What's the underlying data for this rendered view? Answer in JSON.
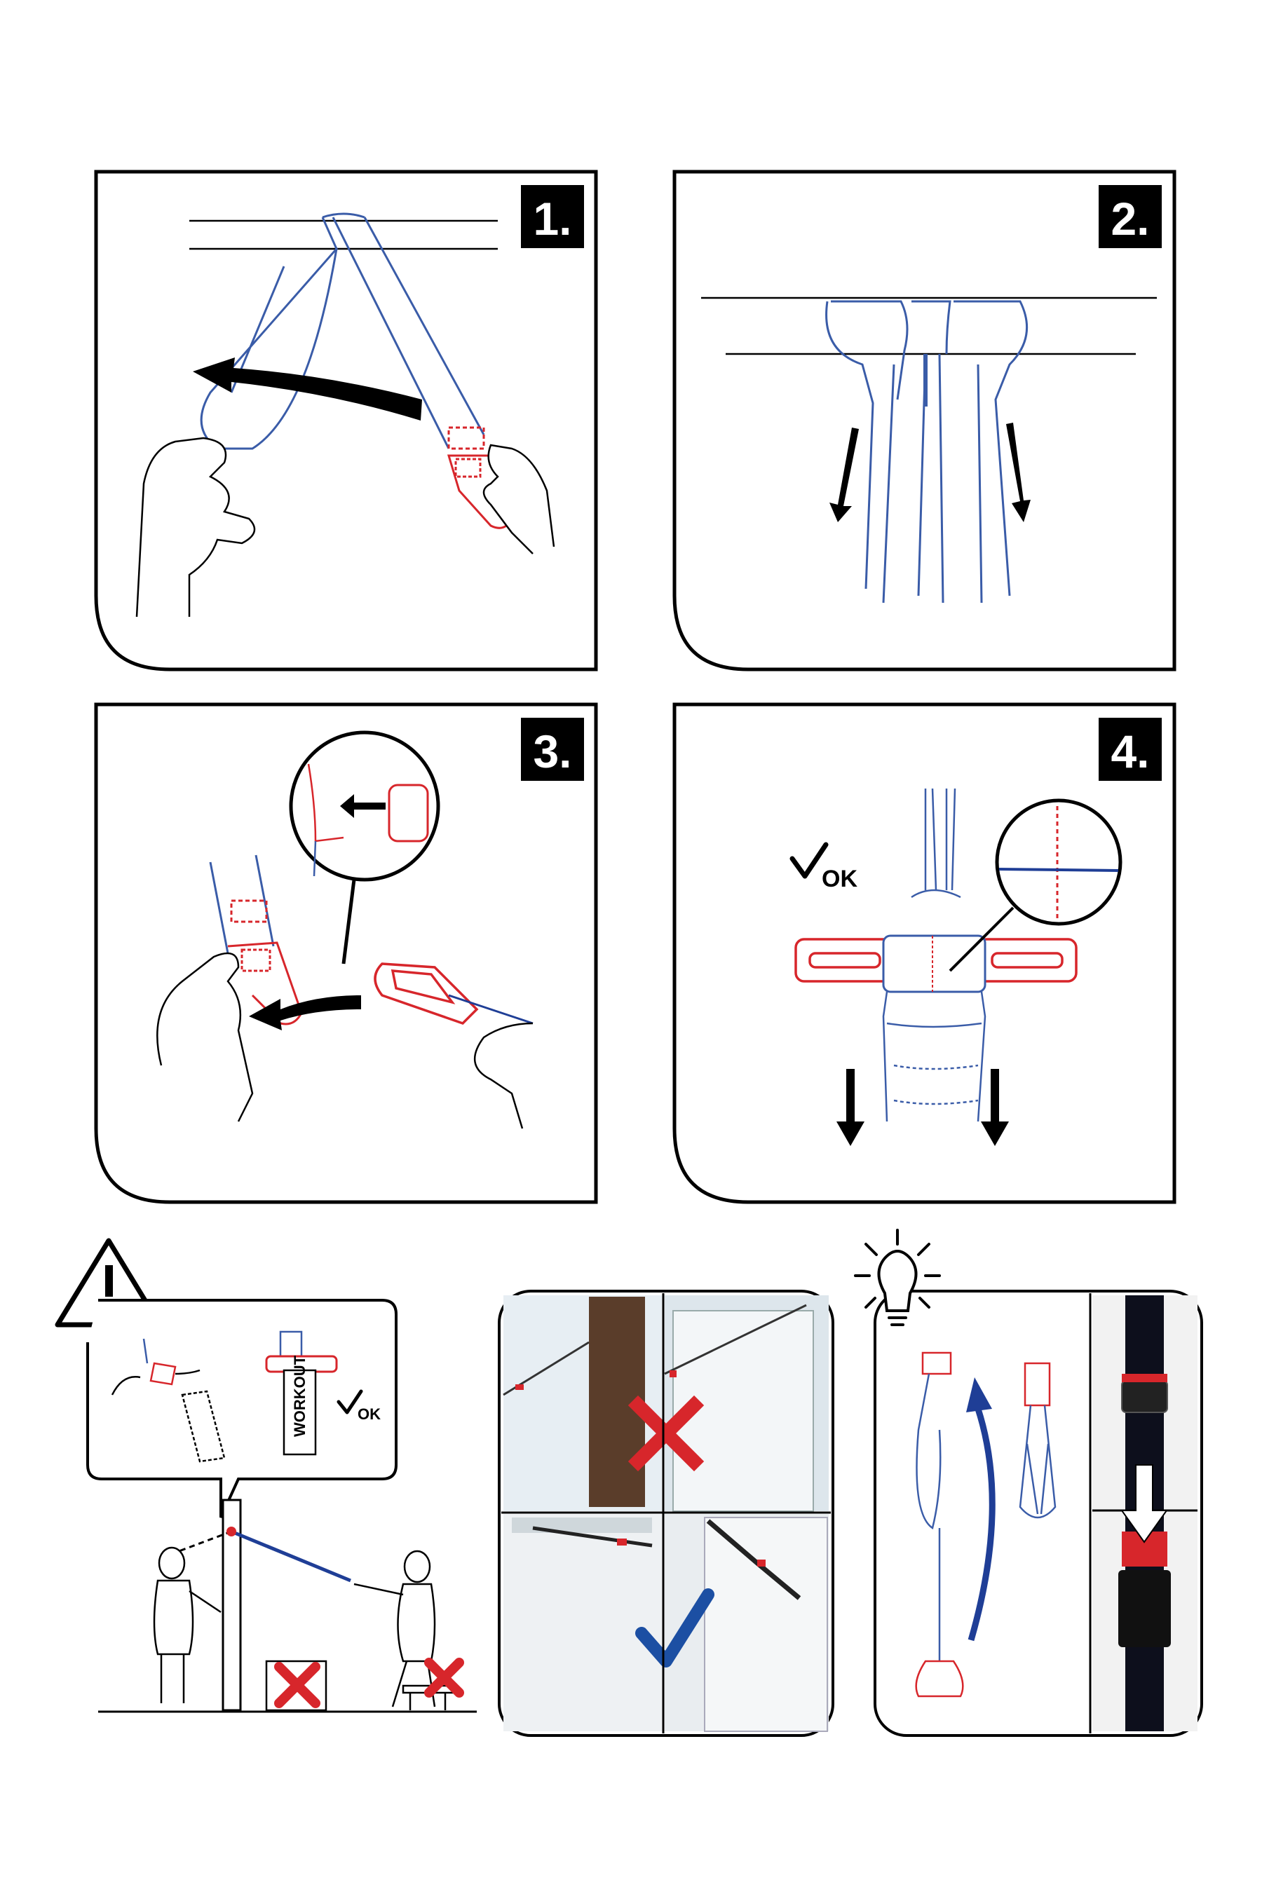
{
  "steps": [
    {
      "number": "1."
    },
    {
      "number": "2."
    },
    {
      "number": "3."
    },
    {
      "number": "4."
    }
  ],
  "ok_label": "OK",
  "warning_ok_label": "OK",
  "product_logo_text": "WORKOUT",
  "colors": {
    "strap_blue": "#1f3e96",
    "strap_outline": "#3a5ca8",
    "accent_red": "#d7262b",
    "ink": "#000000",
    "correct_check": "#1c4fa3",
    "wrong_cross": "#d7262b"
  },
  "icons": [
    "warning-icon",
    "lightbulb-icon",
    "checkmark-icon",
    "cross-icon",
    "arrow-down-icon"
  ]
}
